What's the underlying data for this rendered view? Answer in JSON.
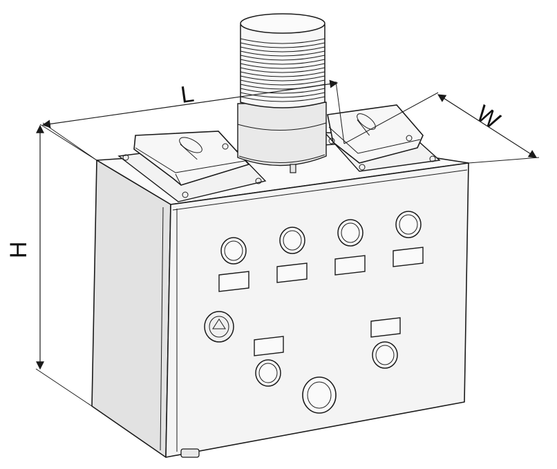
{
  "dimensions": {
    "length_label": "L",
    "width_label": "W",
    "height_label": "H"
  },
  "front_panel": {
    "indicator_lights_top_row": 4,
    "label_plates_top_row": 4,
    "key_switch_count": 1,
    "lower_buttons": 3,
    "lower_label_plates": 2
  },
  "top": {
    "stack_light_rings": 16,
    "junction_boxes": 2
  },
  "colors": {
    "line": "#1a1a1a",
    "front_face": "#f4f4f4",
    "side_face": "#e2e2e2"
  }
}
